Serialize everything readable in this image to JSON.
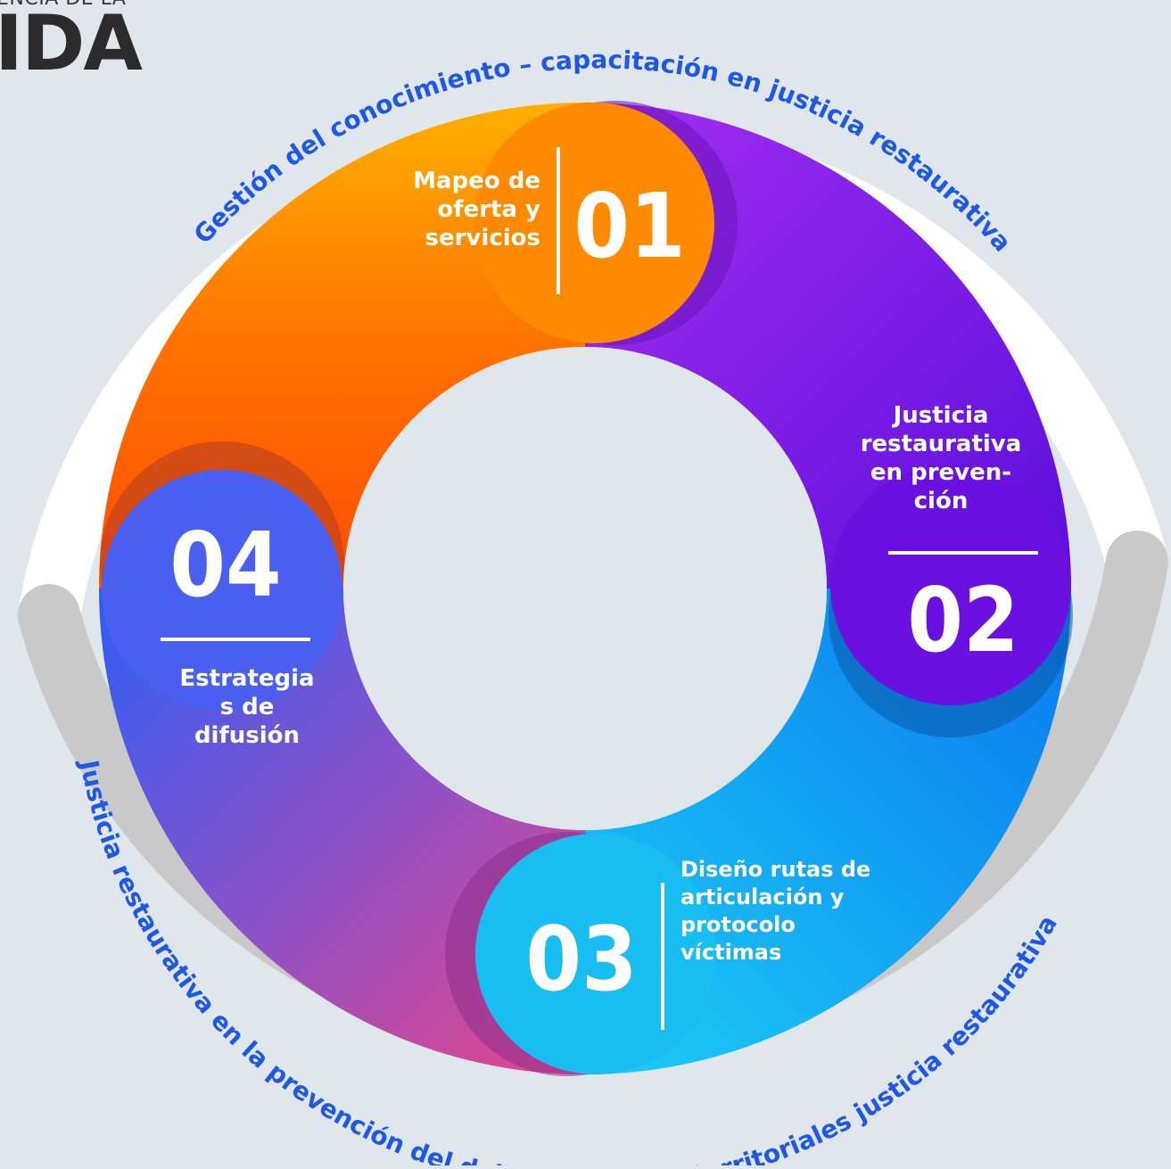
{
  "brand": {
    "subtitle": "ENCIA DE LA",
    "title": "IDA"
  },
  "outer_ring": {
    "top_label": "Gestión del conocimiento – capacitación en justicia restaurativa",
    "bottom_label": "Justicia restaurativa en la prevención del delito – políticas territoriales justicia restaurativa"
  },
  "steps": [
    {
      "number": "01",
      "label": "Mapeo de oferta y servicios",
      "color": "#ff7a00"
    },
    {
      "number": "02",
      "label": "Justicia restaurativa en preven-ción",
      "color": "#7a16e6"
    },
    {
      "number": "03",
      "label": "Diseño rutas de articulación y protocolo víctimas",
      "color": "#1aa3f0"
    },
    {
      "number": "04",
      "label": "Estrategias de difusión",
      "color": "#3f63f0"
    }
  ],
  "step_labels": {
    "s1": [
      "Mapeo de",
      "oferta y",
      "servicios"
    ],
    "s2": [
      "Justicia",
      "restaurativa",
      "en preven-",
      "ción"
    ],
    "s3": [
      "Diseño rutas de",
      "articulación y",
      "protocolo",
      "víctimas"
    ],
    "s4": [
      "Estrategia",
      "s de",
      "difusión"
    ]
  },
  "colors": {
    "arc_text": "#1f57e6",
    "white_ring": "#ffffff",
    "gray_ring": "#c9c9c9",
    "background": "#dfe6ec"
  }
}
